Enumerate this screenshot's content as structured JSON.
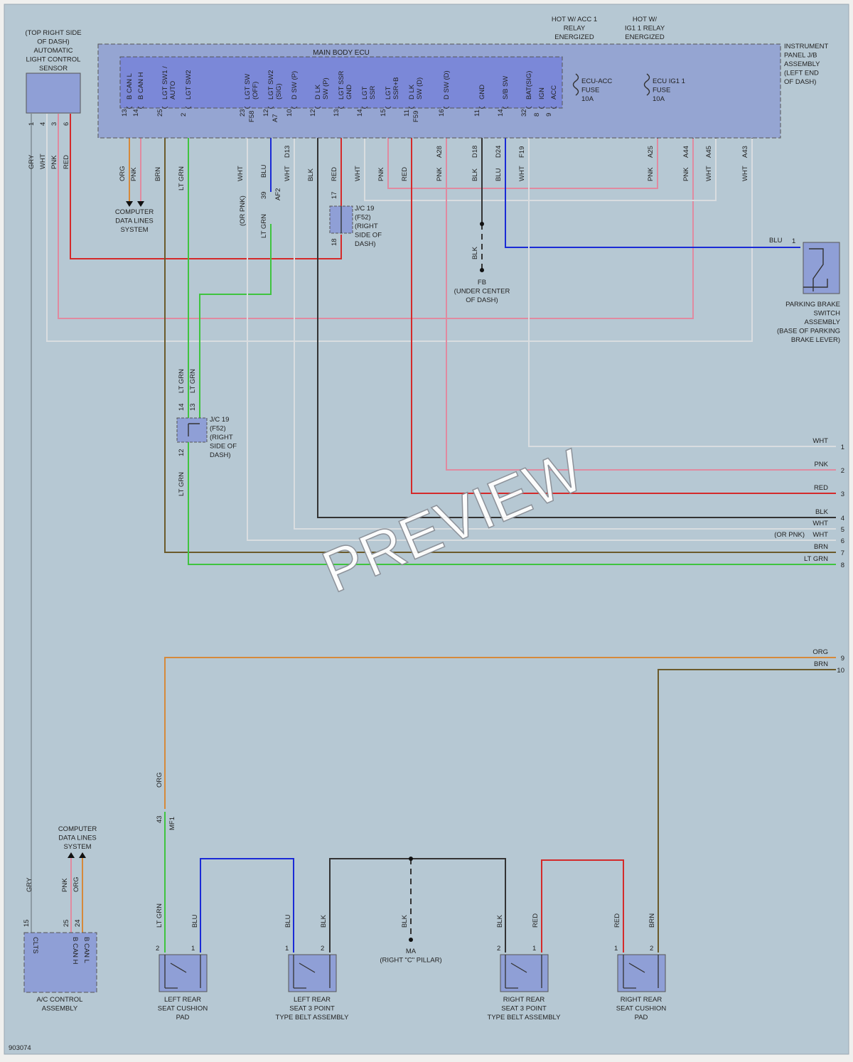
{
  "diagram_id": "903074",
  "watermark": "PREVIEW",
  "colors": {
    "background": "#b6c8d3",
    "component_fill": "#8f9fd6",
    "ecu_inner_fill": "#7b88d8",
    "gry": "#8c9aa3",
    "wht": "#d9dde0",
    "pnk": "#e08aa0",
    "red": "#d42a2a",
    "org": "#d6893a",
    "brn": "#6b5a2a",
    "blu": "#1a2ad6",
    "ltgrn": "#3fc43f",
    "blk": "#333333"
  },
  "labels": {
    "sensor": "(TOP RIGHT SIDE\nOF DASH)\nAUTOMATIC\nLIGHT CONTROL\nSENSOR",
    "main_ecu": "MAIN BODY ECU",
    "ip_jb": "INSTRUMENT\nPANEL J/B\nASSEMBLY\n(LEFT END\nOF DASH)",
    "hot_acc": "HOT W/ ACC 1\nRELAY\nENERGIZED",
    "hot_ig": "HOT W/\nIG1 1 RELAY\nENERGIZED",
    "fuse_acc": "ECU-ACC\nFUSE\n10A",
    "fuse_ig": "ECU IG1 1\nFUSE\n10A",
    "cdl_top": "COMPUTER\nDATA LINES\nSYSTEM",
    "jc19_top": "J/C 19\n(F52)\n(RIGHT\nSIDE OF\nDASH)",
    "jc19_mid": "J/C 19\n(F52)\n(RIGHT\nSIDE OF\nDASH)",
    "fb": "FB\n(UNDER CENTER\nOF DASH)",
    "parking": "PARKING BRAKE\nSWITCH\nASSEMBLY\n(BASE OF PARKING\nBRAKE LEVER)",
    "or_pnk_left": "(OR PNK)",
    "or_pnk_right": "(OR PNK)",
    "cdl_bottom": "COMPUTER\nDATA LINES\nSYSTEM",
    "ac_control": "A/C CONTROL\nASSEMBLY",
    "ma": "MA\n(RIGHT \"C\" PILLAR)",
    "lr_cushion": "LEFT REAR\nSEAT CUSHION\nPAD",
    "lr_belt": "LEFT REAR\nSEAT 3 POINT\nTYPE BELT ASSEMBLY",
    "rr_belt": "RIGHT REAR\nSEAT 3 POINT\nTYPE BELT ASSEMBLY",
    "rr_cushion": "RIGHT REAR\nSEAT CUSHION\nPAD"
  },
  "ecu_pins": [
    {
      "name": "B CAN L",
      "num": "13"
    },
    {
      "name": "B CAN H",
      "num": "14"
    },
    {
      "name": "LGT SW1 /\nAUTO",
      "num": "25"
    },
    {
      "name": "LGT SW2",
      "num": "2"
    },
    {
      "name": "LGT SW\n(OFF)",
      "num": "23"
    },
    {
      "name": "LGT SW2\n(SIG)",
      "num": "12"
    },
    {
      "name": "D SW (P)",
      "num": "10"
    },
    {
      "name": "D LK\nSW (P)",
      "num": "12"
    },
    {
      "name": "LGT SSR\nGND",
      "num": "13"
    },
    {
      "name": "LGT\nSSR",
      "num": "14"
    },
    {
      "name": "LGT\nSSR+B",
      "num": "15"
    },
    {
      "name": "D LK\nSW (D)",
      "num": "11"
    },
    {
      "name": "D SW (D)",
      "num": "16"
    },
    {
      "name": "GND",
      "num": "11"
    },
    {
      "name": "S/B SW",
      "num": "14"
    },
    {
      "name": "BAT(SIG)",
      "num": "32"
    },
    {
      "name": "IGN",
      "num": "8"
    },
    {
      "name": "ACC",
      "num": "9"
    }
  ],
  "connector_ids": {
    "f58": "F58",
    "af7": "A7",
    "d13": "D13",
    "f59": "F59",
    "a28": "A28",
    "d18": "D18",
    "d24": "D24",
    "f19": "F19",
    "a25": "A25",
    "a44": "A44",
    "a45": "A45",
    "a43": "A43",
    "af2": "AF2",
    "af2_num": "39",
    "mf1": "MF1",
    "mf1_num": "43",
    "jc_top_in": "17",
    "jc_top_out": "18",
    "jc_mid_a": "14",
    "jc_mid_b": "13",
    "jc_mid_c": "12"
  },
  "sensor_pins": [
    "1",
    "4",
    "3",
    "6"
  ],
  "wire_colors": {
    "gry": "GRY",
    "wht": "WHT",
    "pnk": "PNK",
    "red": "RED",
    "org": "ORG",
    "brn": "BRN",
    "ltgrn": "LT GRN",
    "blu": "BLU",
    "blk": "BLK"
  },
  "right_outputs": [
    {
      "num": "1",
      "label": "WHT"
    },
    {
      "num": "2",
      "label": "PNK"
    },
    {
      "num": "3",
      "label": "RED"
    },
    {
      "num": "4",
      "label": "BLK"
    },
    {
      "num": "5",
      "label": "WHT"
    },
    {
      "num": "6",
      "label": "WHT"
    },
    {
      "num": "7",
      "label": "BRN"
    },
    {
      "num": "8",
      "label": "LT GRN"
    },
    {
      "num": "9",
      "label": "ORG"
    },
    {
      "num": "10",
      "label": "BRN"
    }
  ],
  "ac_pins": [
    {
      "name": "CLTS",
      "num": "15"
    },
    {
      "name": "B CAN H",
      "num": "25"
    },
    {
      "name": "B CAN L",
      "num": "24"
    }
  ],
  "parking_pin": "1",
  "seat_pins": {
    "a": "2",
    "b": "1"
  }
}
